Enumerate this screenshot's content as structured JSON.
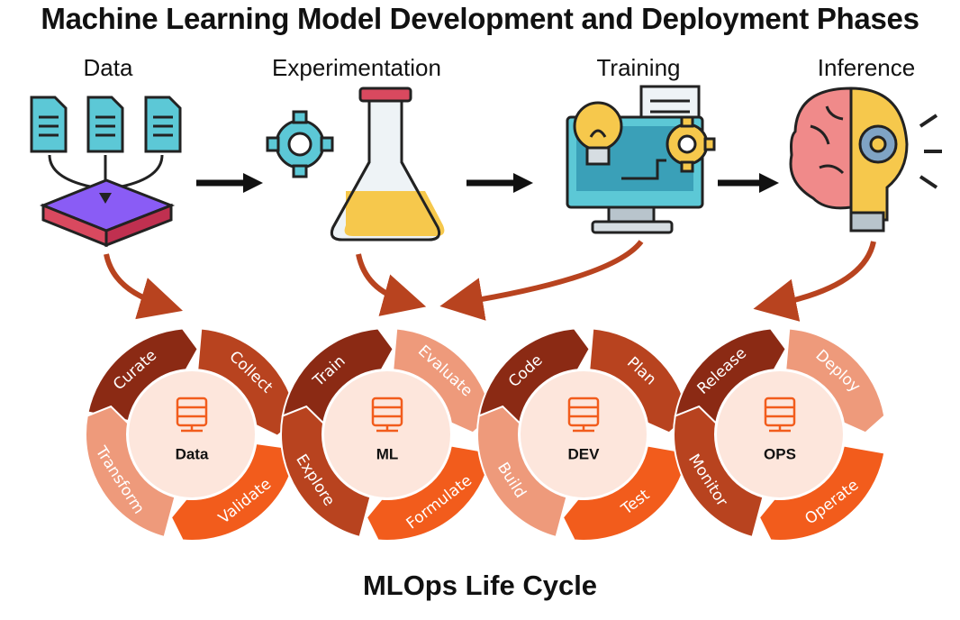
{
  "title": "Machine Learning Model Development and Deployment Phases",
  "phases": [
    {
      "label": "Data",
      "icon": "documents-to-database-icon"
    },
    {
      "label": "Experimentation",
      "icon": "gear-flask-icon"
    },
    {
      "label": "Training",
      "icon": "monitor-lightbulb-gear-icon"
    },
    {
      "label": "Inference",
      "icon": "brain-lightbulb-icon"
    }
  ],
  "cycle": {
    "name": "MLOps Life Cycle",
    "hubs": [
      {
        "label": "Data",
        "icon": "server-icon",
        "segments": [
          "Curate",
          "Collect",
          "Validate",
          "Transform"
        ]
      },
      {
        "label": "ML",
        "icon": "brain-circuit-icon",
        "segments": [
          "Train",
          "Evaluate",
          "Formulate",
          "Explore"
        ]
      },
      {
        "label": "DEV",
        "icon": "code-window-icon",
        "segments": [
          "Code",
          "Plan",
          "Test",
          "Build"
        ]
      },
      {
        "label": "OPS",
        "icon": "team-gear-icon",
        "segments": [
          "Release",
          "Deploy",
          "Operate",
          "Monitor"
        ]
      }
    ]
  },
  "colors": {
    "dark": "#8b2a14",
    "medium": "#b8431f",
    "light": "#ee9a7b",
    "bright": "#f25c1c",
    "hub": "#fde6dc",
    "arrow": "#b8431f"
  }
}
